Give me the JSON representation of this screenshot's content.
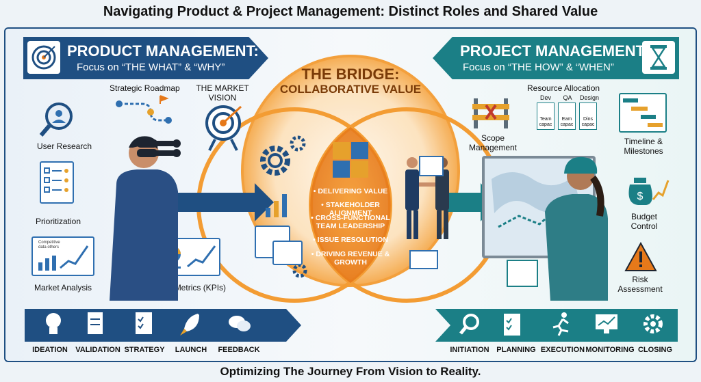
{
  "title": "Navigating Product & Project Management: Distinct Roles and Shared Value",
  "footer": "Optimizing The Journey From Vision to Reality.",
  "colors": {
    "product_blue": "#1f4f82",
    "project_teal": "#1b7f86",
    "bridge_orange": "#f39c33"
  },
  "product": {
    "heading": "PRODUCT MANAGEMENT:",
    "subheading": "Focus on “THE WHAT” & “WHY”",
    "items": {
      "roadmap": "Strategic Roadmap",
      "vision": "THE MARKET VISION",
      "research": "User Research",
      "prioritization": "Prioritization",
      "analysis": "Market Analysis",
      "metrics": "Product Metrics (KPIs)",
      "chart_caption": "Competitive data others"
    },
    "flow": [
      "IDEATION",
      "VALIDATION",
      "STRATEGY",
      "LAUNCH",
      "FEEDBACK"
    ]
  },
  "project": {
    "heading": "PROJECT MANAGEMENT:",
    "subheading": "Focus on “THE HOW” & “WHEN”",
    "items": {
      "resource": "Resource Allocation",
      "scope": "Scope Management",
      "timeline": "Timeline & Milestones",
      "budget": "Budget Control",
      "risk": "Risk Assessment",
      "roles": [
        "Dev",
        "QA",
        "Design"
      ],
      "role_notes": [
        "Team capac",
        "Eam capac",
        "Dins capac"
      ]
    },
    "flow": [
      "INITIATION",
      "PLANNING",
      "EXECUTION",
      "MONITORING",
      "CLOSING"
    ]
  },
  "bridge": {
    "title_line1": "THE BRIDGE:",
    "title_line2": "COLLABORATIVE VALUE",
    "bullets": [
      "• DELIVERING VALUE",
      "• STAKEHOLDER ALIGNMENT",
      "• CROSS-FUNCTIONAL TEAM LEADERSHIP",
      "• ISSUE RESOLUTION",
      "• DRIVING REVENUE & GROWTH"
    ]
  },
  "icons": {
    "target": "target-icon",
    "hourglass": "hourglass-icon",
    "magnifier": "magnifier-icon",
    "binoculars": "binoculars-icon",
    "puzzle": "puzzle-icon",
    "gear": "gear-icon",
    "handshake": "handshake-icon",
    "warning": "warning-icon",
    "money_bag": "money-bag-icon"
  }
}
